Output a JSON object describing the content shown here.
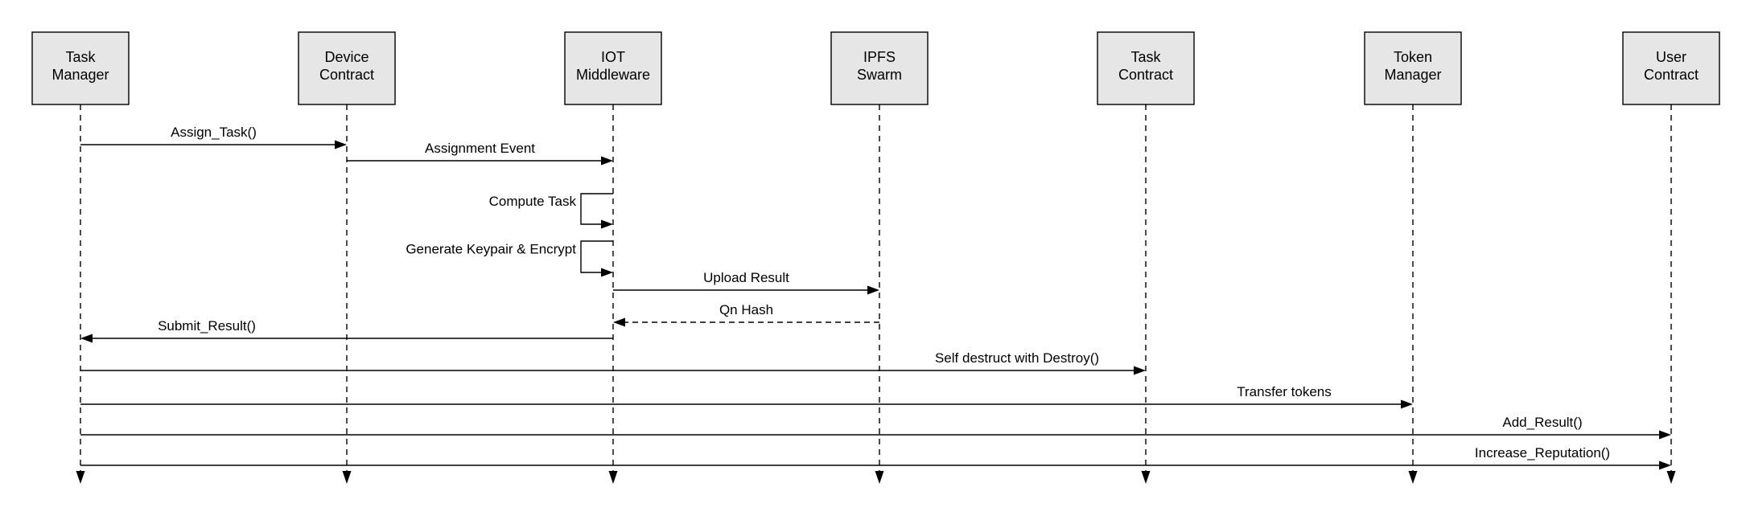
{
  "diagram": {
    "type": "sequence",
    "participants": [
      {
        "id": "task_manager",
        "label_lines": [
          "Task",
          "Manager"
        ]
      },
      {
        "id": "device_contract",
        "label_lines": [
          "Device",
          "Contract"
        ]
      },
      {
        "id": "iot_middleware",
        "label_lines": [
          "IOT",
          "Middleware"
        ]
      },
      {
        "id": "ipfs_swarm",
        "label_lines": [
          "IPFS",
          "Swarm"
        ]
      },
      {
        "id": "task_contract",
        "label_lines": [
          "Task",
          "Contract"
        ]
      },
      {
        "id": "token_manager",
        "label_lines": [
          "Token",
          "Manager"
        ]
      },
      {
        "id": "user_contract",
        "label_lines": [
          "User",
          "Contract"
        ]
      }
    ],
    "messages": [
      {
        "from": "task_manager",
        "to": "device_contract",
        "label": "Assign_Task()",
        "style": "solid"
      },
      {
        "from": "device_contract",
        "to": "iot_middleware",
        "label": "Assignment Event",
        "style": "solid"
      },
      {
        "from": "iot_middleware",
        "to": "iot_middleware",
        "label": "Compute Task",
        "style": "self"
      },
      {
        "from": "iot_middleware",
        "to": "iot_middleware",
        "label": "Generate Keypair & Encrypt",
        "style": "self"
      },
      {
        "from": "iot_middleware",
        "to": "ipfs_swarm",
        "label": "Upload Result",
        "style": "solid"
      },
      {
        "from": "ipfs_swarm",
        "to": "iot_middleware",
        "label": "Qn Hash",
        "style": "dashed"
      },
      {
        "from": "iot_middleware",
        "to": "task_manager",
        "label": "Submit_Result()",
        "style": "solid"
      },
      {
        "from": "task_manager",
        "to": "task_contract",
        "label": "Self destruct with Destroy()",
        "style": "solid"
      },
      {
        "from": "task_manager",
        "to": "token_manager",
        "label": "Transfer tokens",
        "style": "solid"
      },
      {
        "from": "task_manager",
        "to": "user_contract",
        "label": "Add_Result()",
        "style": "solid"
      },
      {
        "from": "task_manager",
        "to": "user_contract",
        "label": "Increase_Reputation()",
        "style": "solid"
      }
    ]
  }
}
